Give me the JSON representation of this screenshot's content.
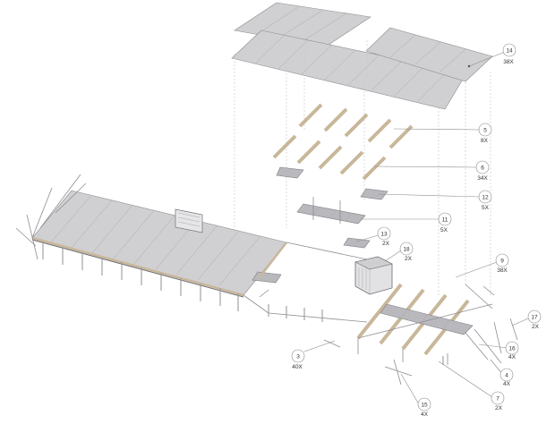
{
  "callouts": [
    {
      "id": "14",
      "number": "14",
      "qty": "38X"
    },
    {
      "id": "5",
      "number": "5",
      "qty": "8X"
    },
    {
      "id": "6",
      "number": "6",
      "qty": "34X"
    },
    {
      "id": "12",
      "number": "12",
      "qty": "5X"
    },
    {
      "id": "11",
      "number": "11",
      "qty": "5X"
    },
    {
      "id": "13",
      "number": "13",
      "qty": "2X"
    },
    {
      "id": "18",
      "number": "18",
      "qty": "2X"
    },
    {
      "id": "9",
      "number": "9",
      "qty": "38X"
    },
    {
      "id": "3",
      "number": "3",
      "qty": "40X"
    },
    {
      "id": "17",
      "number": "17",
      "qty": "2X"
    },
    {
      "id": "16",
      "number": "16",
      "qty": "4X"
    },
    {
      "id": "4",
      "number": "4",
      "qty": "4X"
    },
    {
      "id": "7",
      "number": "7",
      "qty": "2X"
    },
    {
      "id": "15",
      "number": "15",
      "qty": "4X"
    }
  ],
  "colors": {
    "panel": "#d0d0d2",
    "beam": "#c9b79a",
    "line": "#8a8a8a"
  }
}
